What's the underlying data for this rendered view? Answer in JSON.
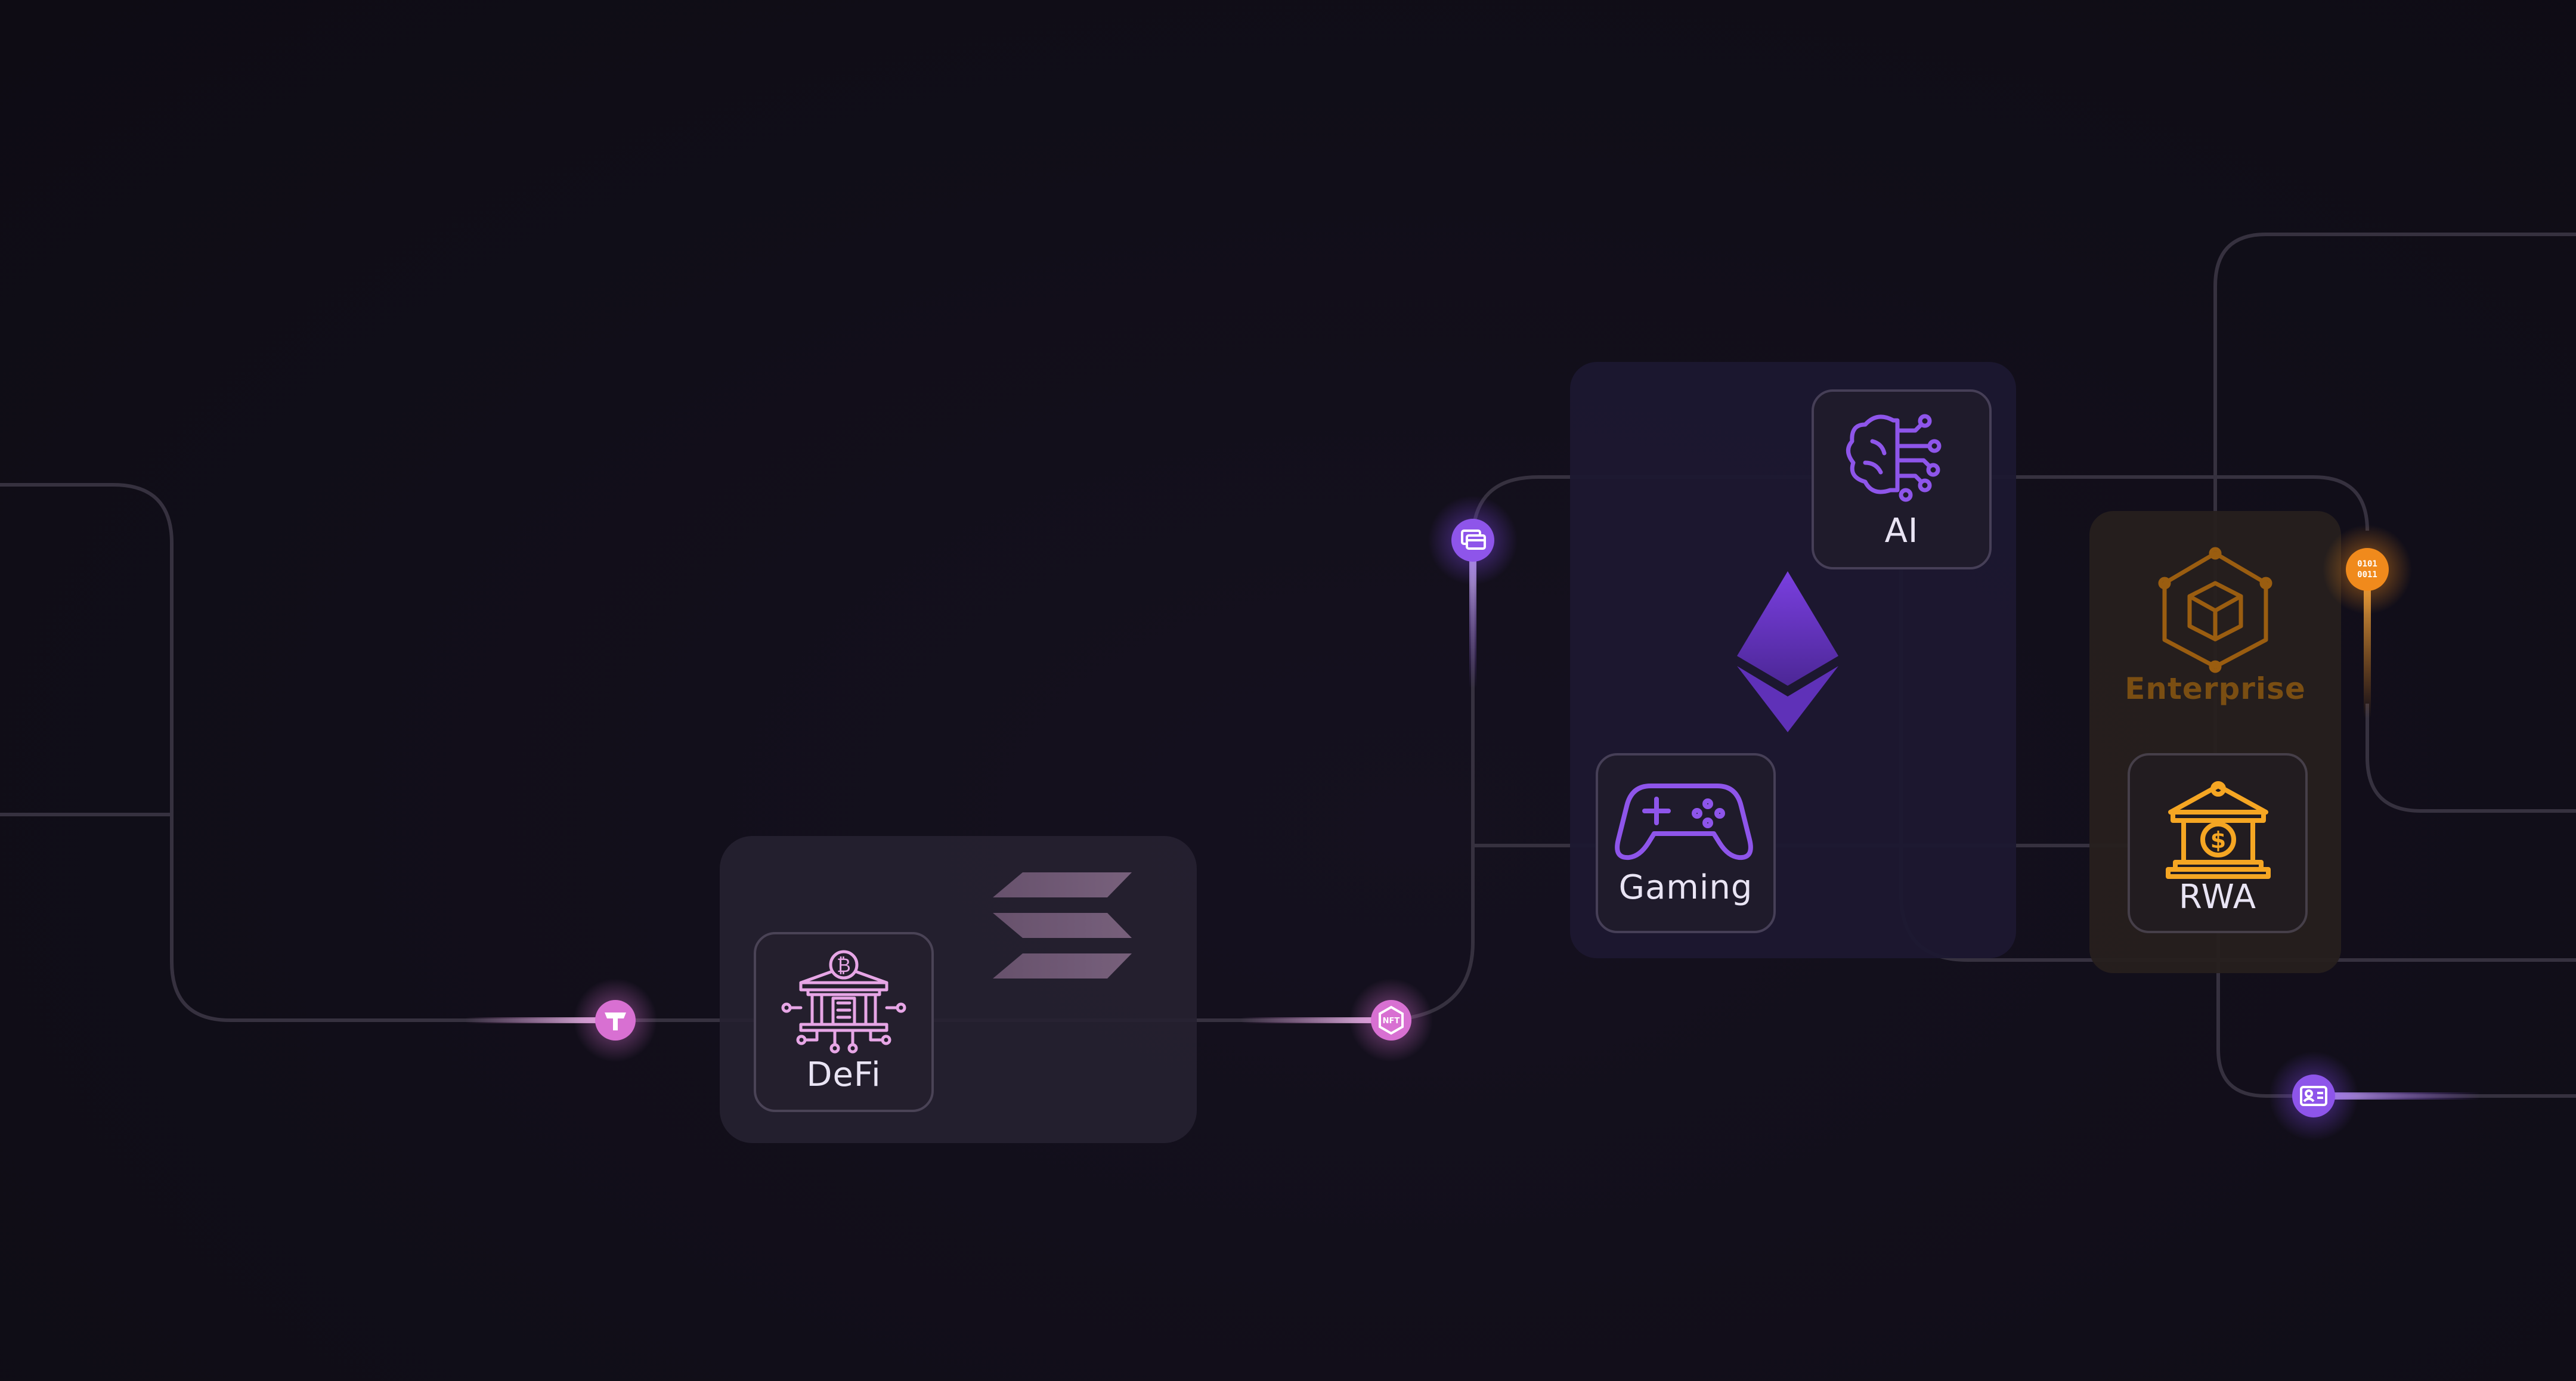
{
  "nodes": {
    "defi": {
      "label": "DeFi",
      "icon": "bank-bitcoin-icon",
      "accent": "#e7a6e6"
    },
    "ai": {
      "label": "AI",
      "icon": "brain-circuit-icon",
      "accent": "#8e55ea"
    },
    "gaming": {
      "label": "Gaming",
      "icon": "gamepad-icon",
      "accent": "#8e55ea"
    },
    "rwa": {
      "label": "RWA",
      "icon": "bank-dollar-icon",
      "accent": "#f5a623"
    },
    "enterprise": {
      "label": "Enterprise",
      "icon": "cube-network-icon",
      "accent": "#b26e12"
    }
  },
  "groups": {
    "solana": {
      "icon": "solana-logo-icon"
    },
    "ethereum": {
      "icon": "ethereum-logo-icon"
    }
  },
  "connectors": {
    "tether": {
      "icon": "tether-icon",
      "color": "#d870d2"
    },
    "nft": {
      "icon": "nft-badge-icon",
      "color": "#d870d2",
      "text": "NFT"
    },
    "payment": {
      "icon": "cards-icon",
      "color": "#8e55ea"
    },
    "binary": {
      "icon": "binary-icon",
      "color": "#f08a1c",
      "text_top": "0101",
      "text_bottom": "0011"
    },
    "identity": {
      "icon": "id-card-icon",
      "color": "#8e55ea"
    }
  },
  "colors": {
    "background": "#110e19",
    "line": "#3a3545",
    "pink": "#e79ae5",
    "purple": "#8e55ea",
    "orange": "#f5a623"
  }
}
